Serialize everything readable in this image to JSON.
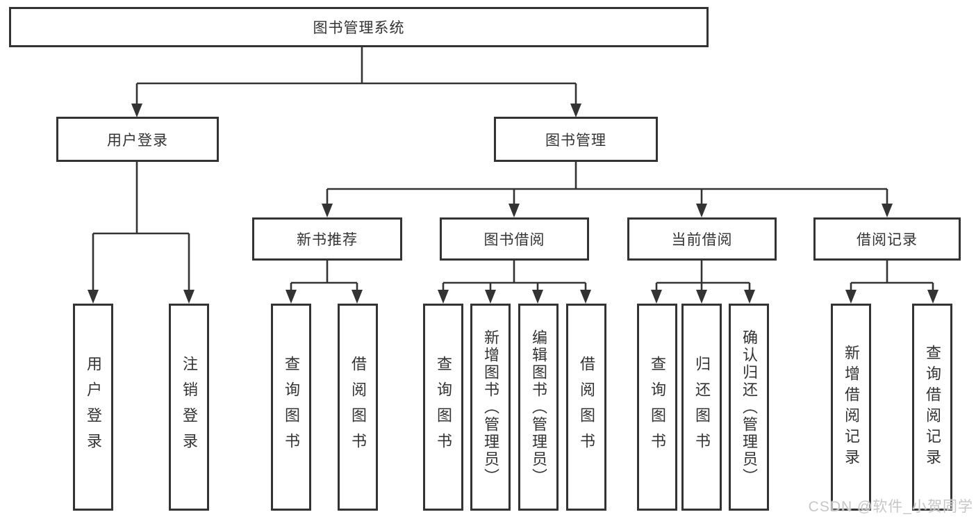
{
  "title": "图书管理系统",
  "watermark": "CSDN @软件_小贺同学",
  "colors": {
    "line": "#333333",
    "box_border": "#333333",
    "text": "#333333",
    "background": "#ffffff",
    "watermark_text": "#c6c6c6"
  },
  "tree": {
    "root": {
      "label": "图书管理系统"
    },
    "level2": [
      {
        "label": "用户登录",
        "children": [
          "用户登录",
          "注销登录"
        ]
      },
      {
        "label": "图书管理"
      }
    ],
    "level3": [
      {
        "label": "新书推荐",
        "children": [
          "查询图书",
          "借阅图书"
        ]
      },
      {
        "label": "图书借阅",
        "children": [
          "查询图书",
          "新增图书（管理员）",
          "编辑图书（管理员）",
          "借阅图书"
        ]
      },
      {
        "label": "当前借阅",
        "children": [
          "查询图书",
          "归还图书",
          "确认归还（管理员）"
        ]
      },
      {
        "label": "借阅记录",
        "children": [
          "新增借阅记录",
          "查询借阅记录"
        ]
      }
    ]
  }
}
